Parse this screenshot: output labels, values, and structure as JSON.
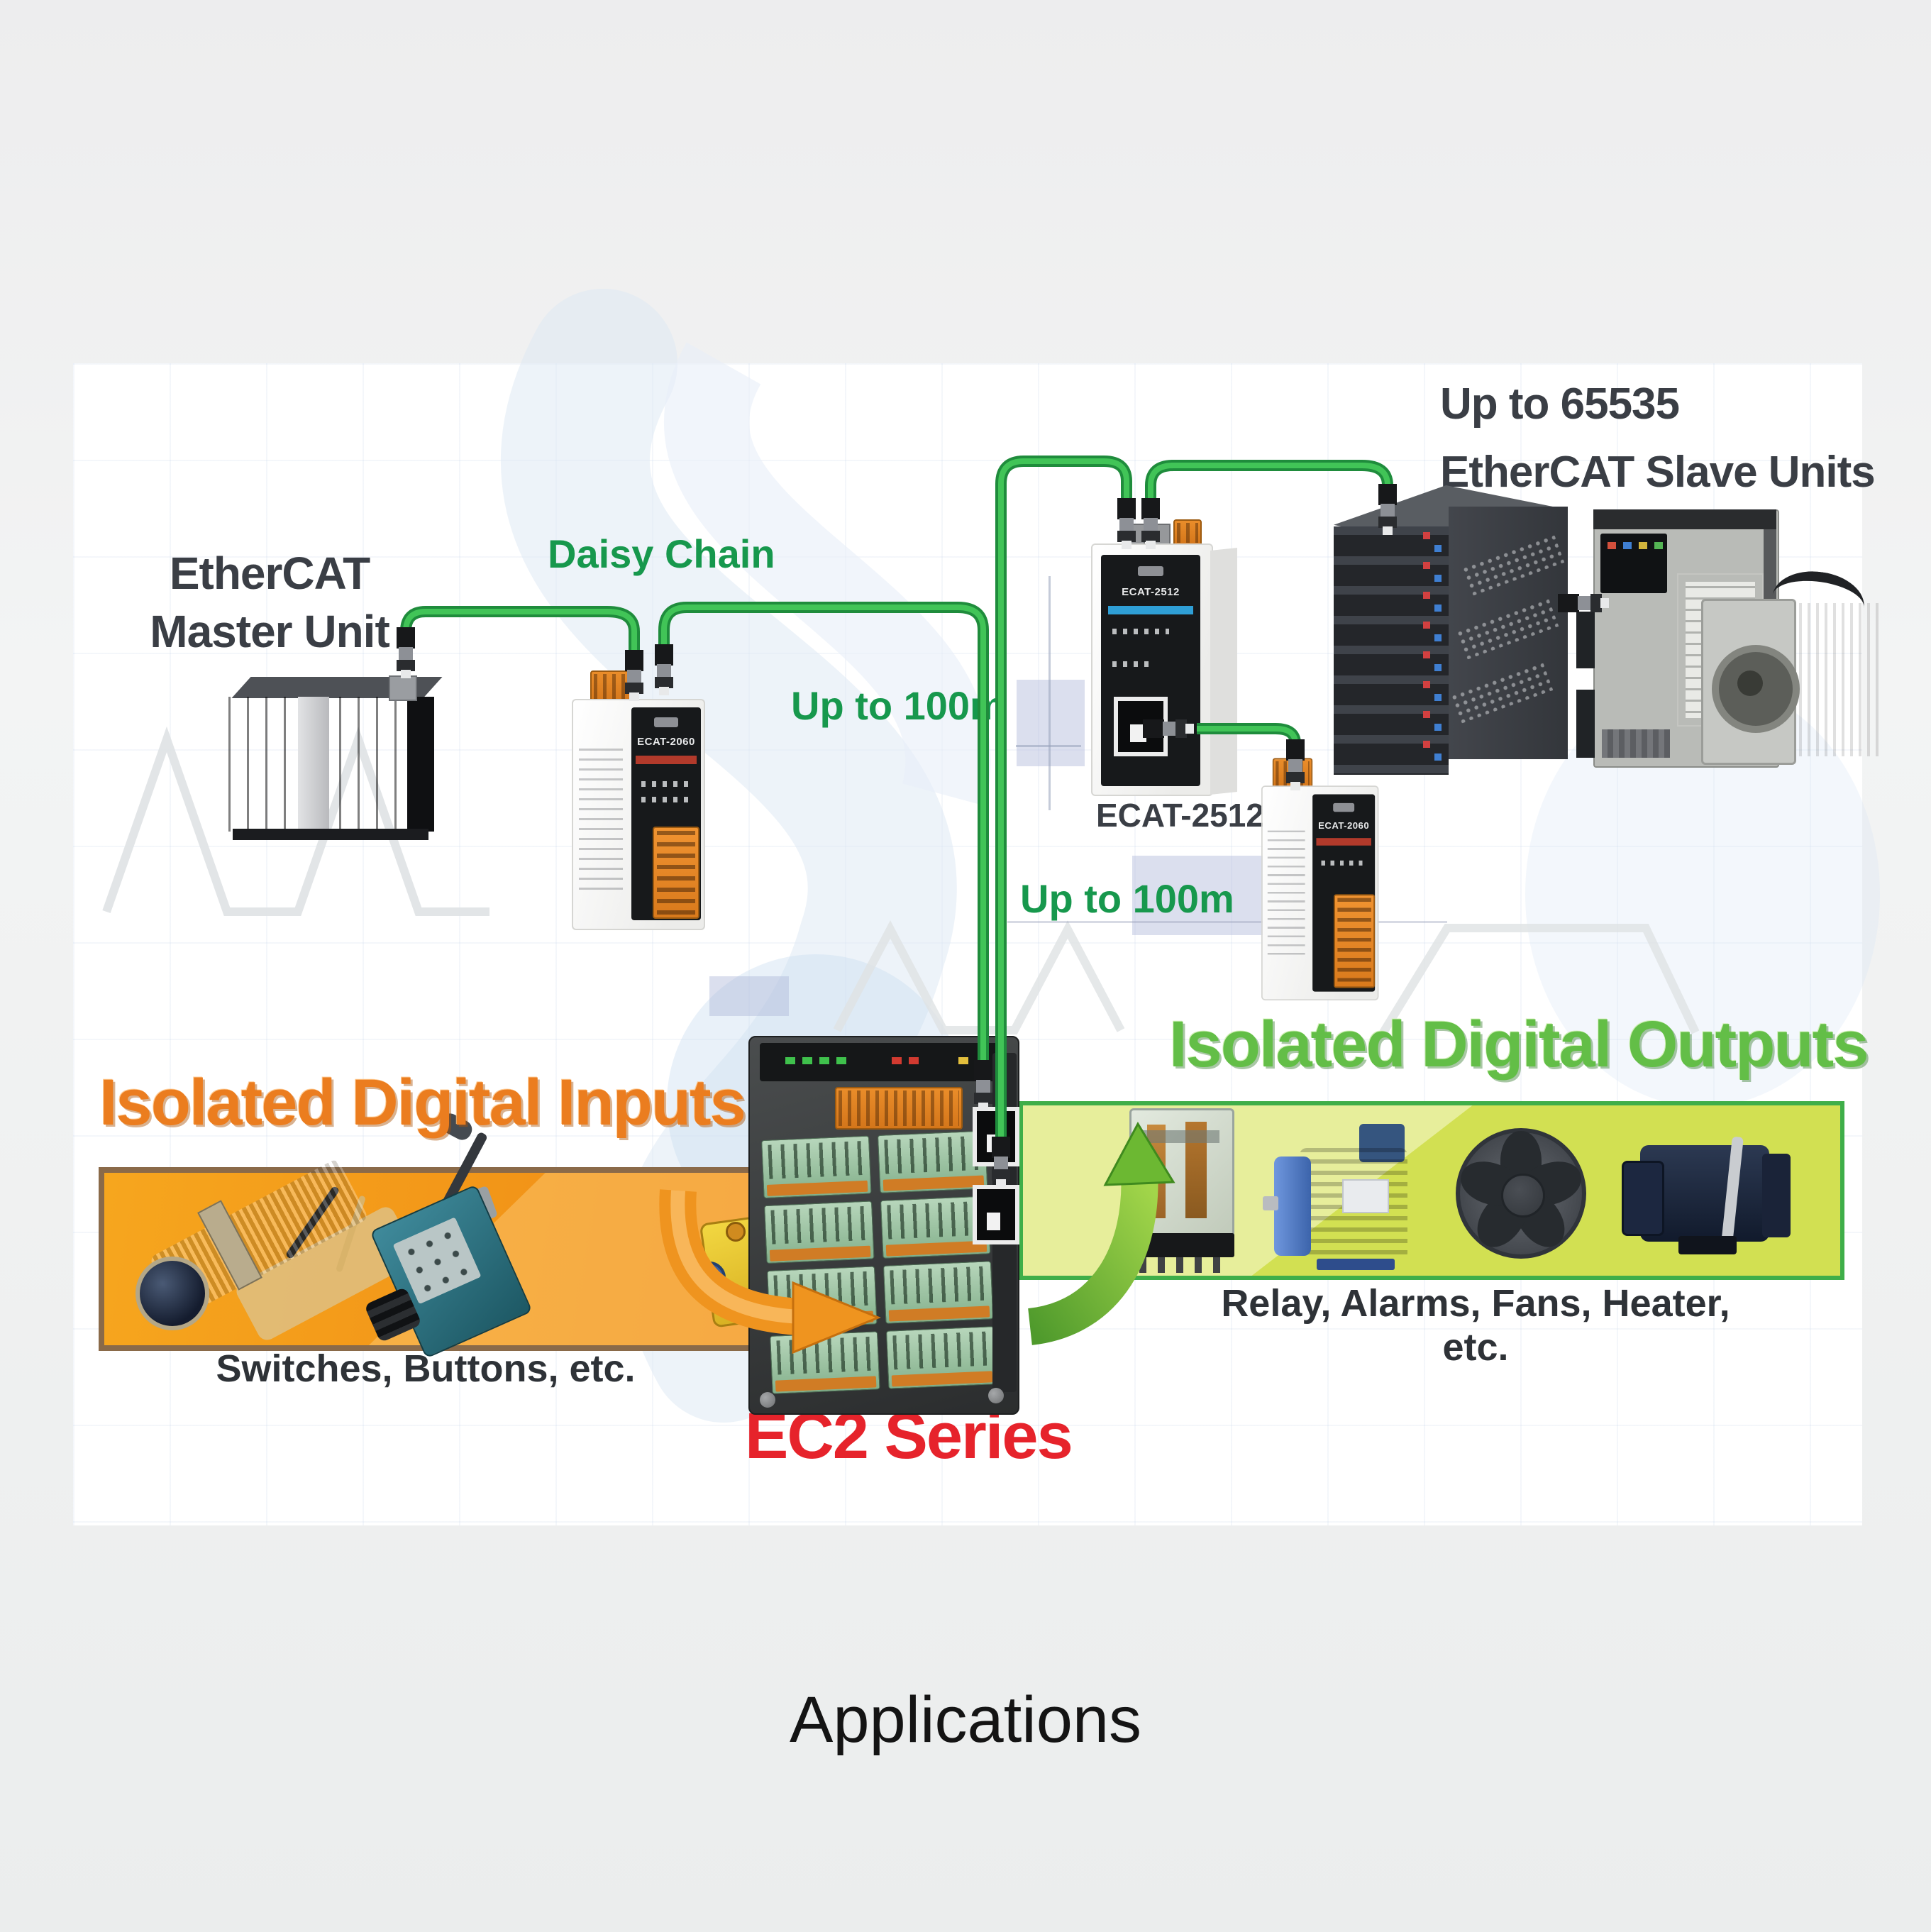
{
  "page": {
    "background_color": "#eff1f2",
    "panel_color": "#ffffff",
    "caption": "Applications"
  },
  "network": {
    "slave_units_note": {
      "line1": "Up to 65535",
      "line2": "EtherCAT Slave Units"
    },
    "daisy_chain_label": "Daisy Chain",
    "master_label": {
      "line1": "EtherCAT",
      "line2": "Master Unit"
    },
    "cable_length_label_1": "Up to 100m",
    "cable_length_label_2": "Up to 100m",
    "coupler_caption": "ECAT-2512",
    "devices": {
      "slave_module_1": "ECAT-2060",
      "slave_module_2": "ECAT-2060",
      "coupler_front": "ECAT-2512"
    }
  },
  "io": {
    "inputs_heading": "Isolated Digital Inputs",
    "inputs_caption": "Switches, Buttons, etc.",
    "outputs_heading": "Isolated Digital Outputs",
    "outputs_caption": "Relay, Alarms, Fans, Heater, etc.",
    "series_label": "EC2 Series"
  },
  "colors": {
    "cable_green": "#3ec155",
    "cable_edge": "#1d8c3b",
    "label_green": "#17984d",
    "inputs_orange": "#eb7d1f",
    "outputs_green": "#63be47",
    "series_red": "#e6232b",
    "band_orange": "#f3991c",
    "band_yellow_green": "#d2e052",
    "text_dark": "#3a3e45"
  }
}
